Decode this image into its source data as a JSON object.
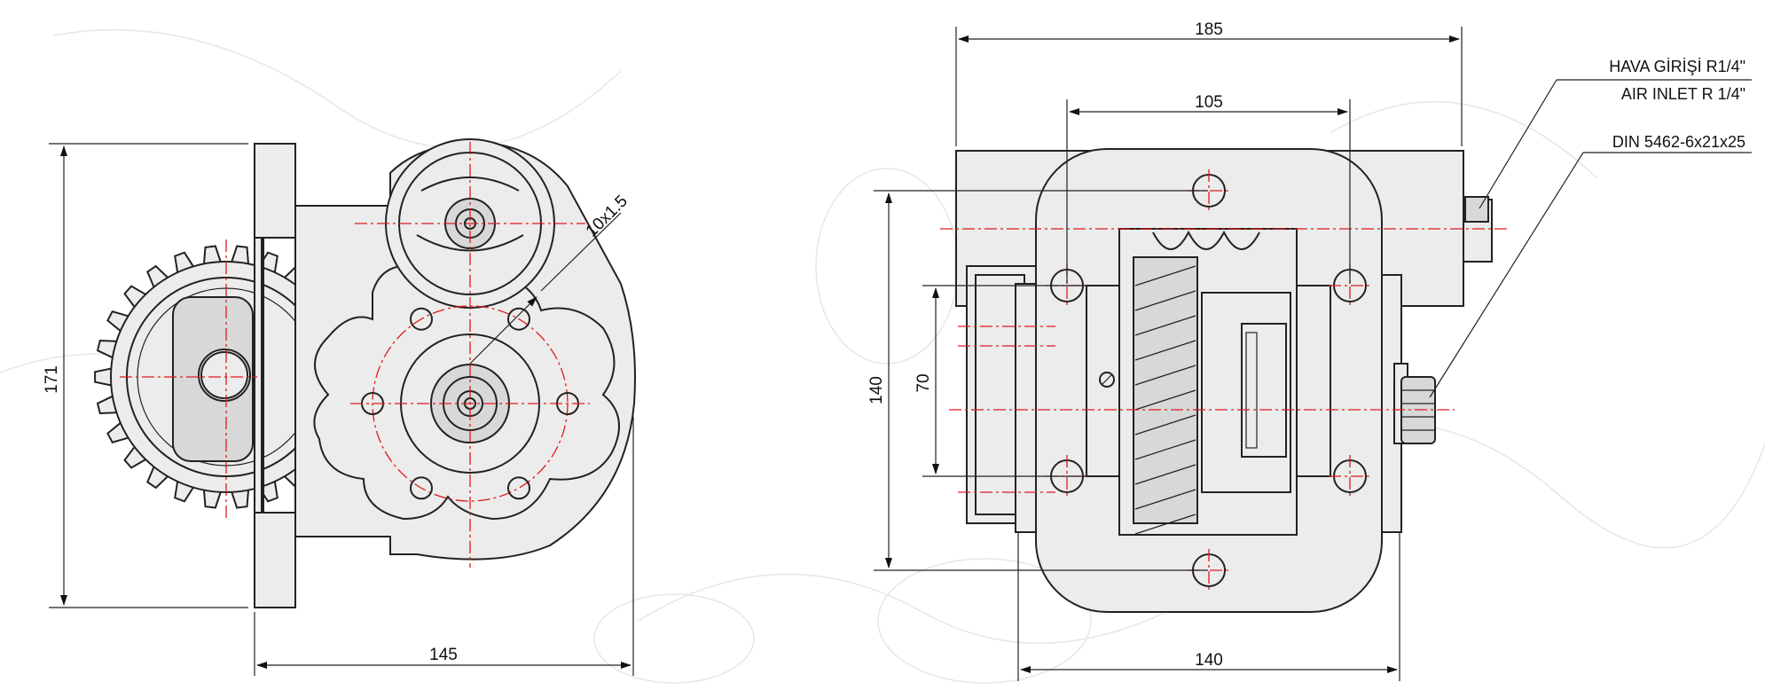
{
  "front_view": {
    "height_dim": "171",
    "width_dim": "145",
    "thread_callout": "10x1.5"
  },
  "side_view": {
    "width_top": "185",
    "bolt_spacing": "105",
    "height": "140",
    "inner_height": "70",
    "width_bottom": "140",
    "air_inlet_tr": "HAVA GİRİŞİ R1/4\"",
    "air_inlet_en": "AIR INLET R 1/4\"",
    "spline_spec": "DIN 5462-6x21x25"
  },
  "colors": {
    "centerline": "#e01a1a",
    "body_fill": "#ececec",
    "outline": "#222222"
  }
}
